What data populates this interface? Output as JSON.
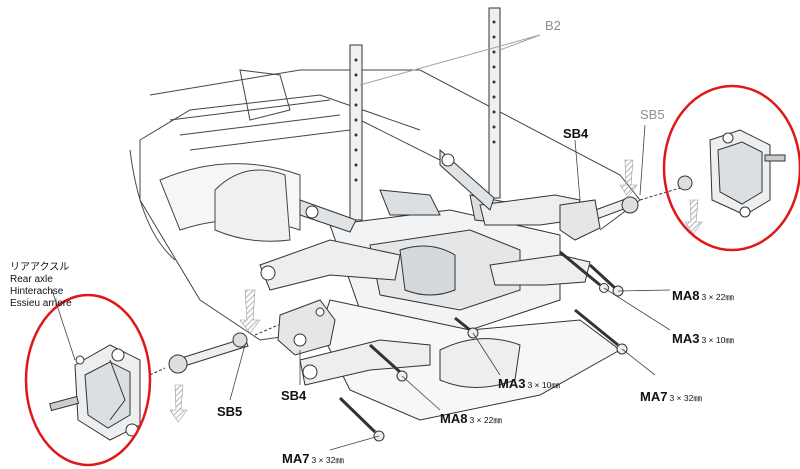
{
  "labels": {
    "b2": "B2",
    "sb4_top": "SB4",
    "sb5_top": "SB5",
    "sb4_bottom": "SB4",
    "sb5_bottom": "SB5",
    "ma8_right": {
      "code": "MA8",
      "size": "3 × 22㎜"
    },
    "ma3_right": {
      "code": "MA3",
      "size": "3 × 10㎜"
    },
    "ma7_right": {
      "code": "MA7",
      "size": "3 × 32㎜"
    },
    "ma3_center": {
      "code": "MA3",
      "size": "3 × 10㎜"
    },
    "ma8_center": {
      "code": "MA8",
      "size": "3 × 22㎜"
    },
    "ma7_bottom": {
      "code": "MA7",
      "size": "3 × 32㎜"
    }
  },
  "rear_axle": [
    "リアアクスル",
    "Rear axle",
    "Hinterachse",
    "Essieu arriere"
  ],
  "colors": {
    "highlight": "#e01818",
    "line": "#333333",
    "callout": "#9aa0a6",
    "part_fill": "#d9dcdf",
    "arrow": "#b0b0b0"
  }
}
